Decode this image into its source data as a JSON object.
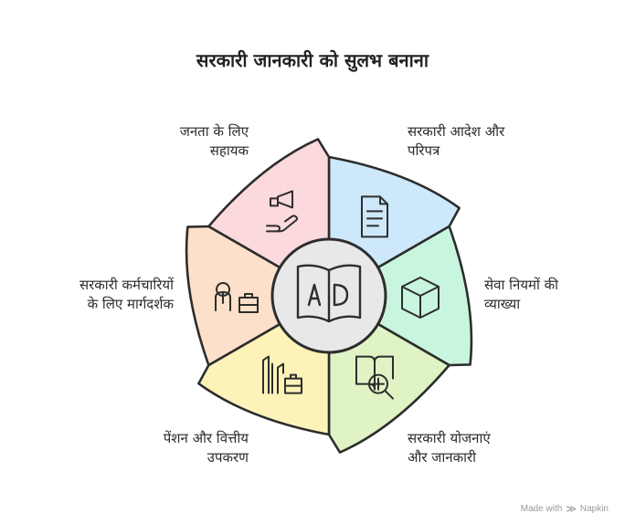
{
  "title": "सरकारी जानकारी को सुलभ बनाना",
  "center_icon": "open-book-ad-icon",
  "segments": [
    {
      "id": "orders",
      "lines": [
        "सरकारी आदेश और",
        "परिपत्र"
      ],
      "icon": "document-icon",
      "color": "#cde8fb"
    },
    {
      "id": "rules",
      "lines": [
        "सेवा नियमों की",
        "व्याख्या"
      ],
      "icon": "cube-icon",
      "color": "#c8f5de"
    },
    {
      "id": "schemes",
      "lines": [
        "सरकारी योजनाएं",
        "और जानकारी"
      ],
      "icon": "book-search-icon",
      "color": "#dff3c5"
    },
    {
      "id": "pension",
      "lines": [
        "पेंशन और वित्तीय",
        "उपकरण"
      ],
      "icon": "finance-tools-icon",
      "color": "#fdf3b8"
    },
    {
      "id": "employees",
      "lines": [
        "सरकारी कर्मचारियों",
        "के लिए मार्गदर्शक"
      ],
      "icon": "employee-briefcase-icon",
      "color": "#fde0c9"
    },
    {
      "id": "public",
      "lines": [
        "जनता के लिए",
        "सहायक"
      ],
      "icon": "megaphone-hand-icon",
      "color": "#fbd9dc"
    }
  ],
  "footer": {
    "made_with": "Made with",
    "brand": "Napkin"
  }
}
